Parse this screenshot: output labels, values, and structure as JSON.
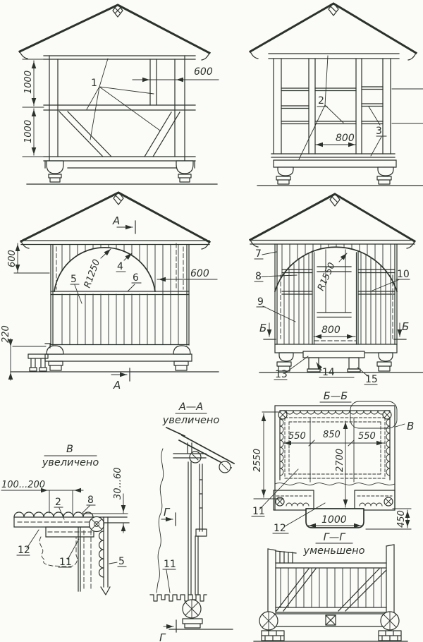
{
  "colors": {
    "ink": "#2b322c",
    "paper": "#fbfbf8"
  },
  "frame_front": {
    "part_1": "1",
    "dim_upper": "1000",
    "dim_lower": "1000",
    "dim_top": "600"
  },
  "frame_side": {
    "part_2": "2",
    "part_3": "3",
    "dim_opening": "800"
  },
  "clad_front": {
    "section_top": "А",
    "section_bottom": "А",
    "dim_gable": "600",
    "dim_right": "600",
    "dim_plinth": "220",
    "radius": "R1250",
    "part_4": "4",
    "part_5": "5",
    "part_6": "6"
  },
  "clad_side": {
    "part_7": "7",
    "part_8": "8",
    "part_9": "9",
    "part_10": "10",
    "part_13": "13",
    "part_14": "14",
    "part_15": "15",
    "radius": "R1550",
    "dim_door": "800",
    "section_left": "Б",
    "section_right": "Б"
  },
  "detail_v": {
    "title": "В",
    "subtitle": "увеличено",
    "dim_overhang": "100...200",
    "dim_gap": "30...60",
    "part_2": "2",
    "part_8": "8",
    "part_12": "12",
    "part_11": "11",
    "part_5": "5"
  },
  "section_aa": {
    "title": "А—А",
    "subtitle": "увеличено",
    "part_11": "11",
    "mark_top": "Г",
    "mark_bottom": "Г"
  },
  "plan_bb": {
    "title": "Б—Б",
    "dim_width": "2550",
    "dim_left": "550",
    "dim_mid": "850",
    "dim_right": "550",
    "dim_length": "2700",
    "dim_step_width": "1000",
    "dim_step_depth": "450",
    "part_11": "11",
    "part_12": "12",
    "detail_mark": "В"
  },
  "view_gg": {
    "title": "Г—Г",
    "subtitle": "уменьшено"
  }
}
